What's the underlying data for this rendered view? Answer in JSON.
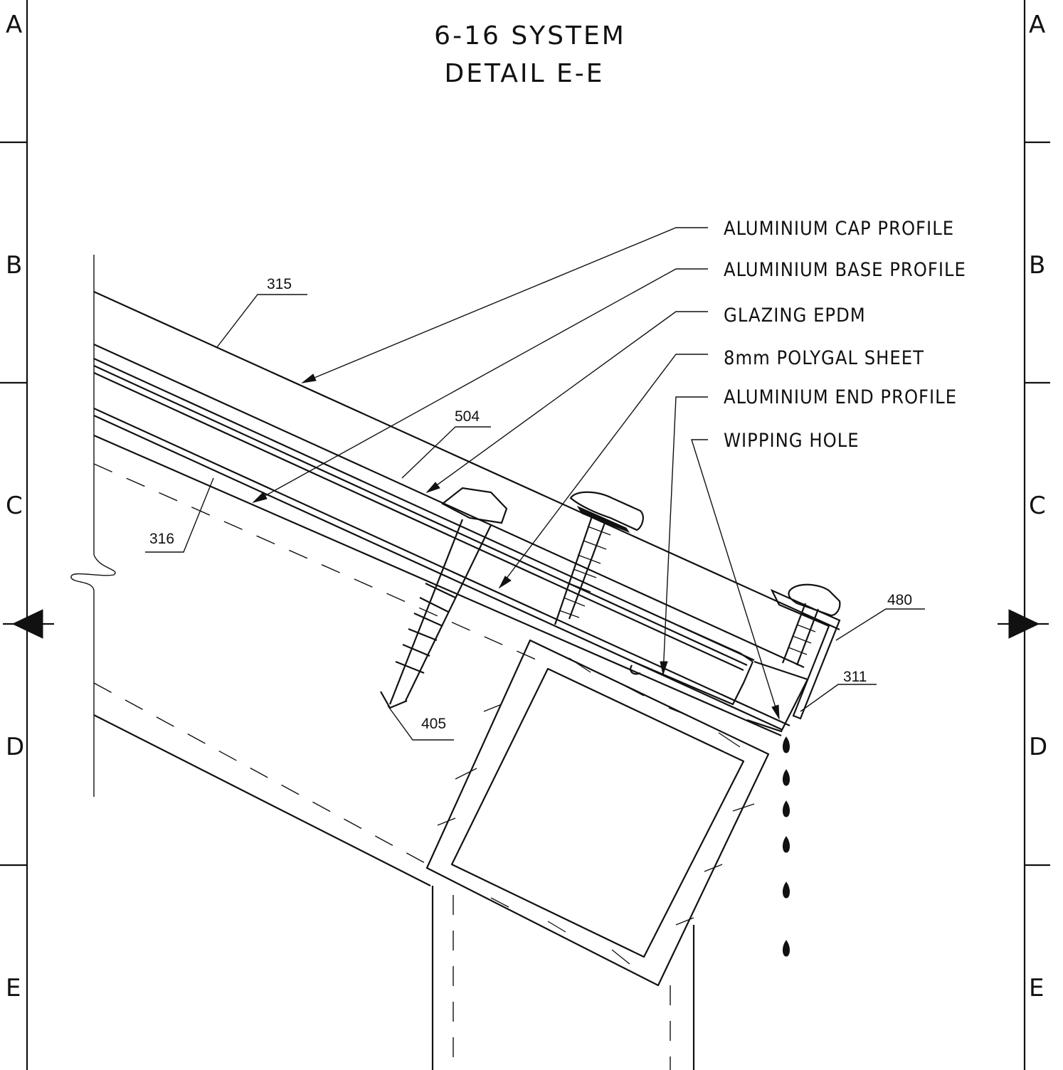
{
  "title": {
    "line1": "6-16 SYSTEM",
    "line2": "DETAIL E-E"
  },
  "zones_left": [
    "A",
    "B",
    "C",
    "D",
    "E"
  ],
  "zones_right": [
    "A",
    "B",
    "C",
    "D",
    "E"
  ],
  "callouts": [
    "ALUMINIUM CAP PROFILE",
    "ALUMINIUM BASE PROFILE",
    "GLAZING EPDM",
    "8mm POLYGAL SHEET",
    "ALUMINIUM END PROFILE",
    "WIPPING HOLE"
  ],
  "part_numbers": {
    "p315": "315",
    "p504": "504",
    "p316": "316",
    "p405": "405",
    "p480": "480",
    "p311": "311"
  }
}
